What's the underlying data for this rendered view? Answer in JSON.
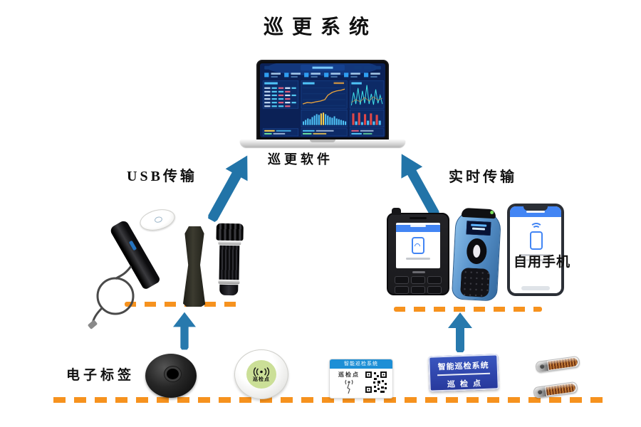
{
  "title": "巡更系统",
  "laptop": {
    "label": "巡更软件"
  },
  "left_branch": {
    "label": "USB传输"
  },
  "right_branch": {
    "label": "实时传输"
  },
  "phone": {
    "label": "自用手机"
  },
  "tags_row": {
    "label": "电子标签",
    "white_disc": {
      "text": "巡检点"
    },
    "card": {
      "header": "智能巡检系统",
      "point": "巡检点"
    },
    "plate": {
      "line1": "智能巡检系统",
      "line2": "巡检点"
    }
  },
  "colors": {
    "arrow_blue": "#2274a8",
    "dash_orange": "#f6921e",
    "plate_blue": "#27389b",
    "card_header_blue": "#1d8fd6",
    "app_blue": "#4285f4",
    "dashboard_bg": "#0b2156"
  }
}
